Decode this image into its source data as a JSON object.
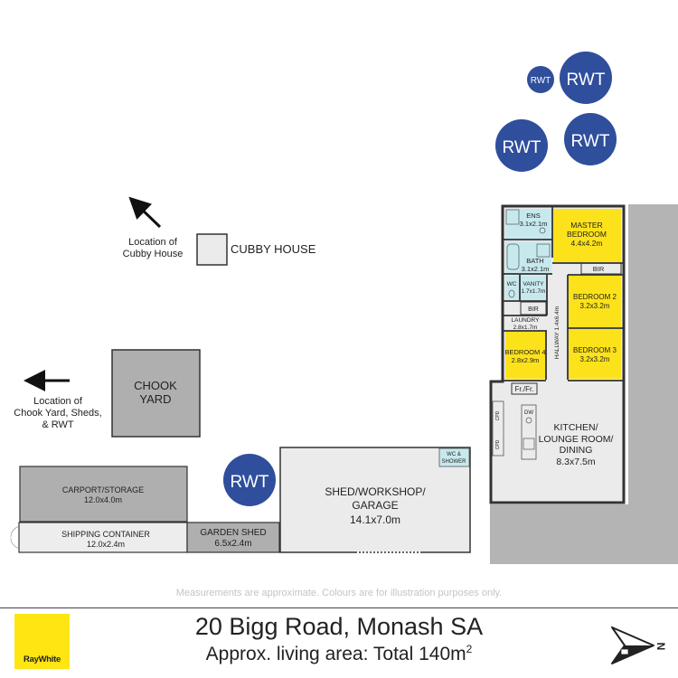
{
  "colors": {
    "bedroom": "#FCE21B",
    "wet_area": "#C7E9EE",
    "floor": "#EBEBEB",
    "wall": "#333333",
    "outbuilding": "#AFAFAF",
    "outbuilding_light": "#C8C8C8",
    "container": "#EDEDED",
    "ground": "#B4B4B4",
    "rwt": "#2F4E9C",
    "logo_bg": "#FFE512"
  },
  "rwt_label": "RWT",
  "site": {
    "cubby_arrow_label_1": "Location of",
    "cubby_arrow_label_2": "Cubby House",
    "cubby_house_label": "CUBBY HOUSE",
    "chook_arrow_label_1": "Location of",
    "chook_arrow_label_2": "Chook Yard, Sheds,",
    "chook_arrow_label_3": "& RWT",
    "chook_yard_label_1": "CHOOK",
    "chook_yard_label_2": "YARD",
    "carport_label": "CARPORT/STORAGE",
    "carport_dims": "12.0x4.0m",
    "container_label": "SHIPPING CONTAINER",
    "container_dims": "12.0x2.4m",
    "garden_shed_label": "GARDEN SHED",
    "garden_shed_dims": "6.5x2.4m",
    "shed_label_1": "SHED/WORKSHOP/",
    "shed_label_2": "GARAGE",
    "shed_dims": "14.1x7.0m",
    "shed_wc_1": "WC &",
    "shed_wc_2": "SHOWER"
  },
  "house": {
    "ens_label": "ENS",
    "ens_dims": "3.1x2.1m",
    "master_label_1": "MASTER",
    "master_label_2": "BEDROOM",
    "master_dims": "4.4x4.2m",
    "bath_label": "BATH",
    "bath_dims": "3.1x2.1m",
    "bir_label": "BIR",
    "wc_label": "WC",
    "vanity_label": "VANITY",
    "vanity_dims": "1.7x1.7m",
    "bed2_label": "BEDROOM 2",
    "bed2_dims": "3.2x3.2m",
    "laundry_label": "LAUNDRY",
    "laundry_dims": "2.8x1.7m",
    "hallway_label": "HALLWAY 1.4x6.4m",
    "bed4_label": "BEDROOM 4",
    "bed4_dims": "2.8x2.9m",
    "bed3_label": "BEDROOM 3",
    "bed3_dims": "3.2x3.2m",
    "fridge_label": "Fr./Fr.",
    "dw_label": "DW",
    "cpd_label": "CPD",
    "kitchen_label_1": "KITCHEN/",
    "kitchen_label_2": "LOUNGE ROOM/",
    "kitchen_label_3": "DINING",
    "kitchen_dims": "8.3x7.5m"
  },
  "footer": {
    "disclaimer": "Measurements are approximate. Colours are for illustration purposes only.",
    "brand": "RayWhite",
    "address": "20 Bigg Road, Monash SA",
    "area_text": "Approx. living area: Total 140m",
    "area_sup": "2",
    "compass_letter": "N"
  }
}
